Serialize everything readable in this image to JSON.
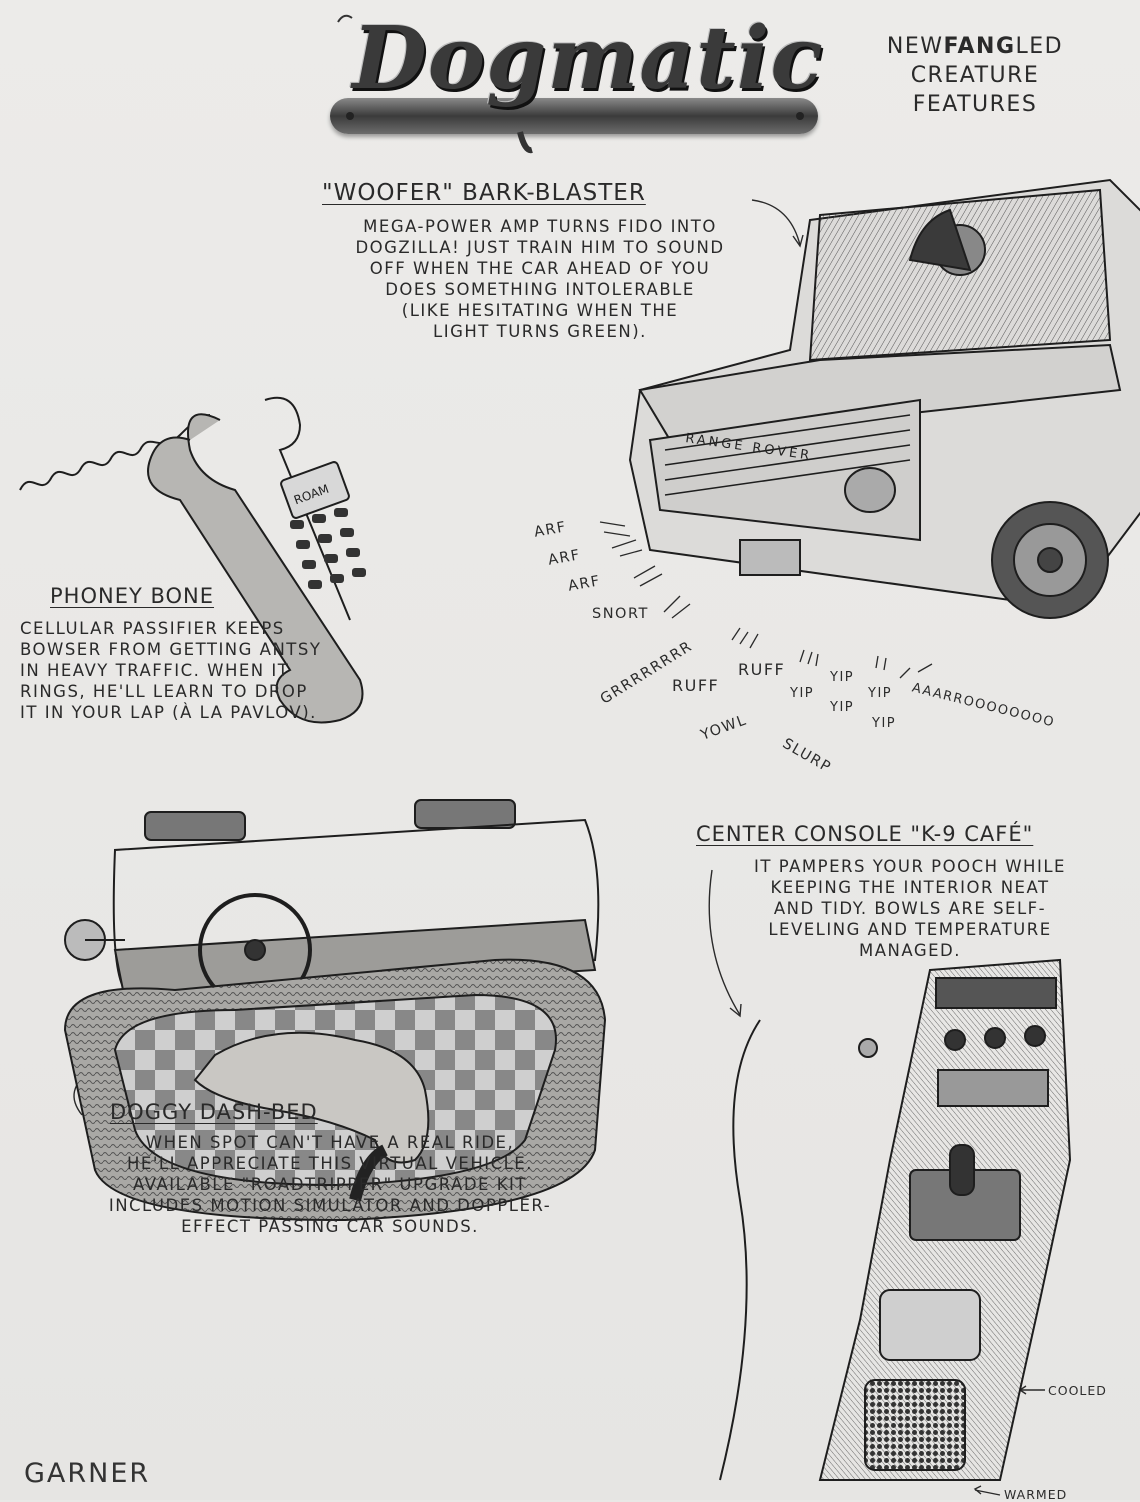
{
  "logo": {
    "text": "Dogmatic"
  },
  "tagline": {
    "line1_pre": "NEW",
    "line1_bold": "FANG",
    "line1_post": "LED",
    "line2": "CREATURE",
    "line3": "FEATURES"
  },
  "woofer": {
    "heading": "\"WOOFER\" BARK-BLASTER",
    "lines": [
      "MEGA-POWER AMP TURNS FIDO INTO",
      "DOGZILLA! JUST TRAIN HIM TO SOUND",
      "OFF WHEN THE CAR AHEAD OF YOU",
      "DOES SOMETHING INTOLERABLE",
      "(LIKE HESITATING WHEN THE",
      "LIGHT TURNS GREEN)."
    ]
  },
  "phone": {
    "heading": "PHONEY BONE",
    "screen": "ROAM",
    "lines": [
      "CELLULAR PASSIFIER KEEPS",
      "BOWSER FROM GETTING ANTSY",
      "IN HEAVY TRAFFIC. WHEN IT",
      "RINGS, HE'LL LEARN TO DROP",
      "IT IN YOUR LAP (à la PAVLOV)."
    ]
  },
  "car": {
    "badge": "RANGE ROVER"
  },
  "sounds": [
    "ARF",
    "ARF",
    "ARF",
    "SNORT",
    "GRRRRRRRR",
    "RUFF",
    "RUFF",
    "YOWL",
    "YIP",
    "YIP",
    "YIP",
    "YIP",
    "YIP",
    "SLURP",
    "AAARROOOOOOOO"
  ],
  "console": {
    "heading": "CENTER CONSOLE \"K-9 CAFÉ\"",
    "lines": [
      "IT PAMPERS YOUR POOCH WHILE",
      "KEEPING THE  INTERIOR NEAT",
      "AND TIDY. BOWLS ARE SELF-",
      "LEVELING AND TEMPERATURE",
      "MANAGED."
    ],
    "label_cooled": "COOLED",
    "label_warmed": "WARMED"
  },
  "dashbed": {
    "heading": "DOGGY DASH-BED",
    "lines": [
      "WHEN SPOT CAN'T HAVE A REAL RIDE,",
      "HE'LL APPRECIATE THIS VIRTUAL VEHICLE.",
      "AVAILABLE \"ROADTRIPPER\" UPGRADE KIT",
      "INCLUDES MOTION SIMULATOR AND DOPPLER-",
      "EFFECT PASSING CAR SOUNDS."
    ]
  },
  "signature": "GARNER"
}
